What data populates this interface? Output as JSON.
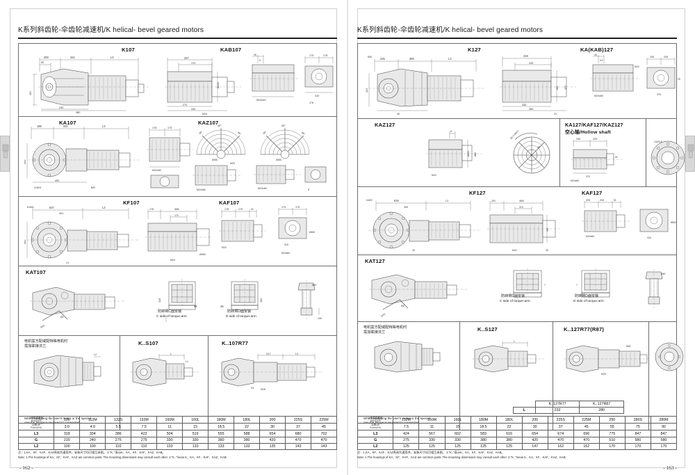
{
  "left_page": {
    "header": "K系列斜齿轮-伞齿轮减速机/K helical- bevel geared motors",
    "page_number": "- 162 -",
    "products": [
      {
        "label": "K107"
      },
      {
        "label": "KAB107"
      },
      {
        "label": "KA107"
      },
      {
        "label": "KAZ107"
      },
      {
        "label": "KF107"
      },
      {
        "label": "KAF107"
      },
      {
        "label": "KAT107"
      },
      {
        "label": "K..S107"
      },
      {
        "label": "K..107R77"
      }
    ],
    "torque_arm_c": {
      "cn": "防转臂C面安装",
      "en": "C side of torque-arm"
    },
    "torque_arm_d": {
      "cn": "防转臂D面安装",
      "en": "D side of torque-arm"
    },
    "flange_note_cn": "电机需方配或配特殊电机时\n需加联接法兰",
    "flange_note_en": "When equipping the user's motor or the special\none,the flange is required to connected.",
    "table": {
      "row_headers": [
        {
          "cn": "Y电机机座号",
          "en": "Motor size"
        },
        {
          "cn": "功率/4P",
          "en": "Power(KW)"
        },
        {
          "cn": "L3",
          "en": ""
        },
        {
          "cn": "G",
          "en": ""
        },
        {
          "cn": "L2",
          "en": ""
        }
      ],
      "motor_size": [
        "100",
        "112M",
        "132S",
        "132M",
        "160M",
        "160L",
        "180M",
        "180L",
        "200",
        "225S",
        "225M"
      ],
      "power_kw": [
        "3.0",
        "4.0",
        "5.5",
        "7.5",
        "11",
        "15",
        "18.5",
        "22",
        "30",
        "37",
        "45"
      ],
      "L3": [
        "318",
        "334",
        "386",
        "422",
        "504",
        "519",
        "555",
        "588",
        "654",
        "680",
        "702"
      ],
      "G": [
        "215",
        "240",
        "275",
        "275",
        "330",
        "330",
        "380",
        "380",
        "420",
        "470",
        "470"
      ],
      "L2": [
        "100",
        "100",
        "110",
        "110",
        "133",
        "133",
        "133",
        "133",
        "135",
        "143",
        "143"
      ]
    },
    "note_cn": "注：1.KA、KF、KAF、KAZ壳体为通用件，安装尺寸均可相互参照。  2.\"K..\"表示K、KA、KF、KAF、KAZ、KAB。",
    "note_en": "Note: 1.The housings of KA、KF、KAF、KAZ are common parts. The mounting dimensions may consult each other.   2.\"K..\"mean K、KA、KF、KAF、KAZ、KAB.",
    "dims": {
      "k107": [
        "200",
        "341",
        "L3",
        "60",
        "347",
        "170",
        "315",
        "Ø320",
        "270",
        "230",
        "175",
        "380",
        "440",
        "M24",
        "178"
      ],
      "kab107": [
        "40",
        "5",
        "175",
        "175",
        "310",
        "M24x60"
      ],
      "ka107": [
        "196",
        "341",
        "L3",
        "178",
        "175",
        "45°",
        "45°",
        "500",
        "Ø450",
        "400",
        "8-Ø22",
        "M20",
        "M24x60",
        "B/R",
        "4-M24"
      ],
      "kaz107": [
        "45°",
        "45°",
        "M20",
        "M24x60",
        "8"
      ],
      "kf107": [
        "537",
        "341",
        "L3",
        "178",
        "386",
        "170",
        "500",
        "Ø450",
        "M24",
        "8-Ø18"
      ],
      "kaf107": [
        "178",
        "175",
        "41",
        "175",
        "175",
        "Ø450",
        "310",
        "M24x60"
      ],
      "kat107": [
        "315",
        "450",
        "49",
        "49",
        "Ø40",
        "100",
        "R41",
        "55°"
      ],
      "ks107": [
        "L",
        "L1",
        "L2"
      ],
      "k107r77": [
        "247",
        "L3",
        "D1",
        "M16"
      ]
    }
  },
  "right_page": {
    "header": "K系列斜齿轮-伞齿轮减速机/K helical- bevel geared motors",
    "page_number": "- 163 -",
    "products": [
      {
        "label": "K127"
      },
      {
        "label": "KA(KAB)127"
      },
      {
        "label": "KAZ127"
      },
      {
        "label": "KA127/KAF127/KAZ127",
        "sub_cn": "空心轴/Hollow shaft"
      },
      {
        "label": "KF127"
      },
      {
        "label": "KAF127"
      },
      {
        "label": "KAT127"
      },
      {
        "label": "K..S127"
      },
      {
        "label": "K..127R77(R87)"
      }
    ],
    "torque_arm_c": {
      "cn": "防转臂C面安装",
      "en": "C side of torque-arm"
    },
    "torque_arm_d": {
      "cn": "防转臂D面安装",
      "en": "D side of torque-arm"
    },
    "flange_note_cn": "电机需方配或配特殊电机时\n需加联接法兰",
    "flange_note_en": "When equipping the user's motor or the special\none,the flange is required to connected.",
    "subtable": {
      "left_label": "L",
      "cols": [
        {
          "label": "K..127R77",
          "value": "232"
        },
        {
          "label": "K..127R87",
          "value": "280"
        }
      ]
    },
    "table": {
      "row_headers": [
        {
          "cn": "Y电机机座号",
          "en": "Motor size"
        },
        {
          "cn": "功率/4P",
          "en": "Power(KW)"
        },
        {
          "cn": "L3",
          "en": ""
        },
        {
          "cn": "G",
          "en": ""
        },
        {
          "cn": "L2",
          "en": ""
        }
      ],
      "motor_size": [
        "132M",
        "160M",
        "160L",
        "180M",
        "180L",
        "200",
        "225S",
        "225M",
        "250",
        "280S",
        "280M"
      ],
      "power_kw": [
        "7.5",
        "11",
        "15",
        "18.5",
        "22",
        "30",
        "37",
        "45",
        "55",
        "75",
        "90"
      ],
      "L3": [
        "424",
        "567",
        "602",
        "583",
        "616",
        "654",
        "674",
        "696",
        "775",
        "847",
        "847"
      ],
      "G": [
        "275",
        "330",
        "330",
        "380",
        "380",
        "420",
        "470",
        "470",
        "510",
        "580",
        "580"
      ],
      "L2": [
        "125",
        "125",
        "125",
        "125",
        "125",
        "147",
        "162",
        "162",
        "170",
        "170",
        "170"
      ]
    },
    "note_cn": "注：1.KA、KF、KAF、KAZ壳体为通用件，安装尺寸均可相互参照。  2.\"K..\"表示K、KA、KF、KAF、KAZ、KAB。",
    "note_en": "Note: 1.The housings of KA、KF、KAF、KAZ are common parts. The mounting dimensions may consult each other.   2.\"K..\"mean K、KA、KF、KAF、KAZ、KAB.",
    "dims": {
      "k127": [
        "225",
        "390",
        "L3",
        "418",
        "205",
        "660",
        "375",
        "508",
        "330",
        "350",
        "23",
        "M24",
        "110",
        "30"
      ],
      "ka_kab_127": [
        "40",
        "9.5",
        "205",
        "205",
        "370",
        "M24x60",
        "25"
      ],
      "kaz127": [
        "5",
        "90°(+300°)",
        "Ø60",
        "M20",
        "Ø450"
      ],
      "hollow_shaft": [
        "205",
        "205",
        "370",
        "M24x60",
        "12x33.4"
      ],
      "kf127": [
        "615",
        "390",
        "466",
        "203",
        "210",
        "590",
        "Ø600",
        "8-Ø22",
        "26",
        "M24",
        "30"
      ],
      "kaf127": [
        "205",
        "205",
        "51",
        "Ø600",
        "310",
        "M24x60"
      ],
      "kat127": [
        "7",
        "7",
        "Ø40"
      ],
      "ks127": [
        "L"
      ],
      "k127r77": [
        "L3",
        "M20",
        "Ø45"
      ]
    }
  },
  "edge_tabs": {
    "left_icon": "bookmark-tab-icon",
    "right_icon": "bookmark-tab-icon"
  }
}
